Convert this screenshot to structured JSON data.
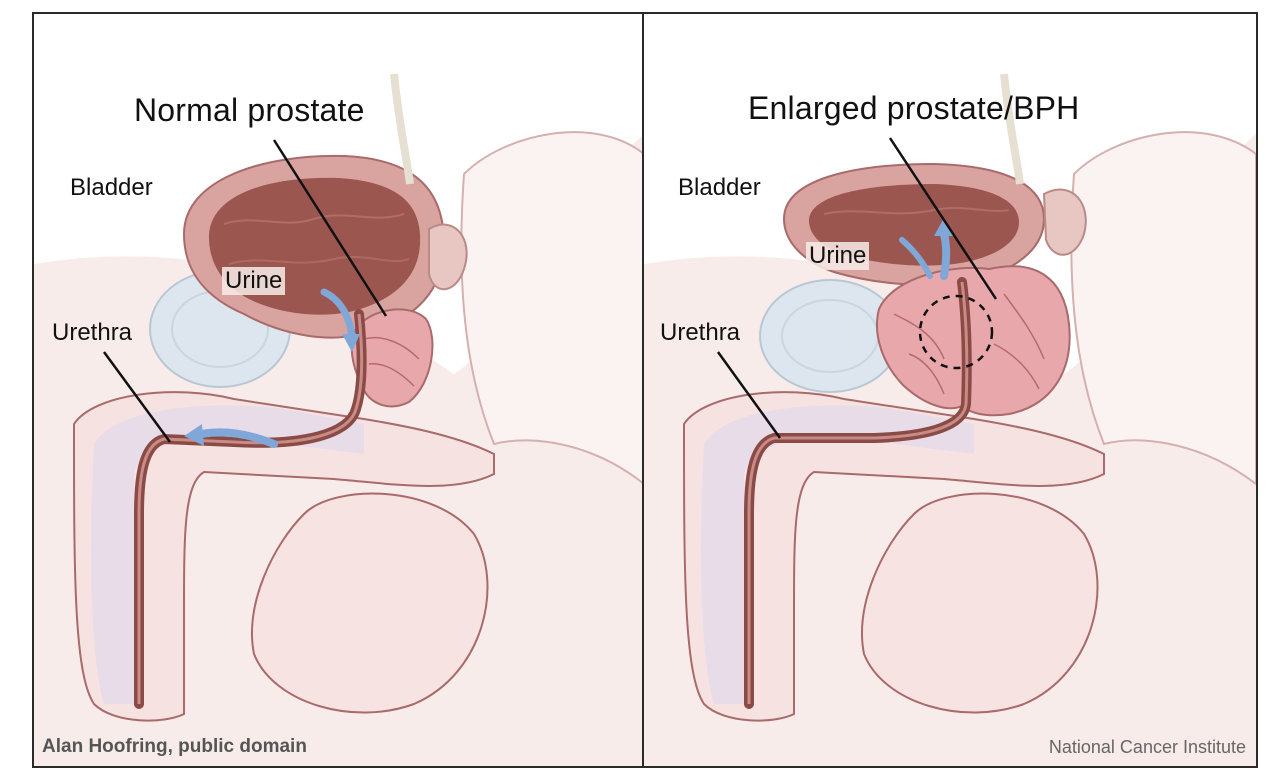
{
  "left_panel": {
    "title": "Normal prostate",
    "labels": {
      "bladder": "Bladder",
      "urine": "Urine",
      "urethra": "Urethra"
    },
    "credit": "Alan Hoofring, public domain"
  },
  "right_panel": {
    "title": "Enlarged prostate/BPH",
    "labels": {
      "bladder": "Bladder",
      "urine": "Urine",
      "urethra": "Urethra"
    },
    "credit": "National Cancer Institute"
  },
  "colors": {
    "skin": "#f6e6e4",
    "tissue_outline": "#a86a6a",
    "bladder_wall": "#d9a3a0",
    "bladder_interior": "#9c5650",
    "prostate": "#e7a7ab",
    "urethra": "#8a4b46",
    "spongy_tissue": "#e8dcea",
    "arrow": "#7fa8d8",
    "bone": "#dde6ee"
  }
}
